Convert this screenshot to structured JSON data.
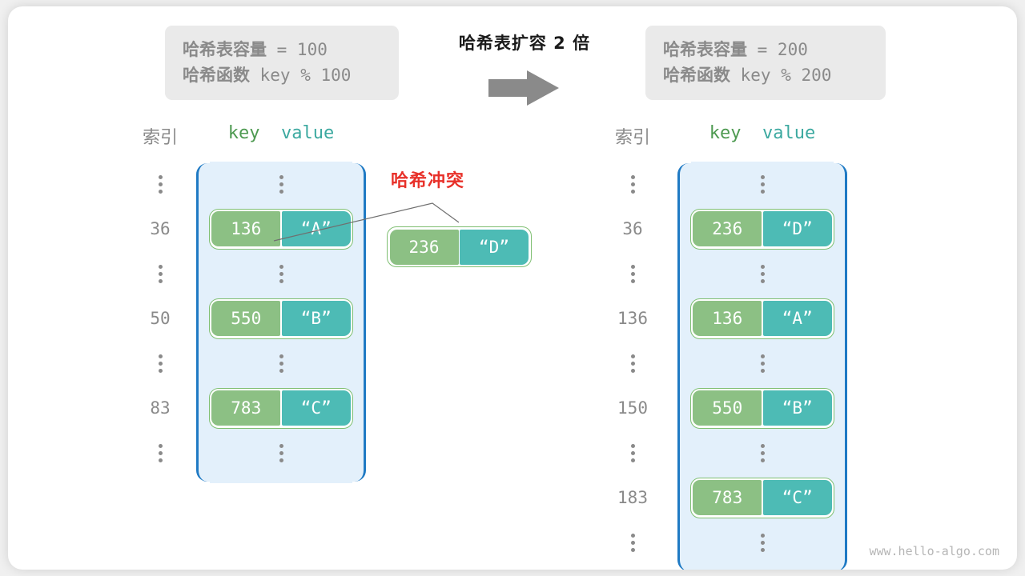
{
  "diagram": {
    "transition_title": "哈希表扩容 2 倍",
    "arrow_icon": "right-arrow-icon",
    "watermark": "www.hello-algo.com",
    "colors": {
      "key_cell": "#8cc084",
      "value_cell": "#4dbbb5",
      "pair_border": "#7fbf72",
      "column_fill": "#e3f0fb",
      "column_border": "#1f7ac4",
      "collision_red": "#e8312a",
      "info_box_bg": "#eaeaea",
      "muted_text": "#8a8a8a"
    }
  },
  "info_left": {
    "capacity_label": "哈希表容量",
    "capacity_expr": " = 100",
    "function_label": "哈希函数",
    "function_expr": " key % 100"
  },
  "info_right": {
    "capacity_label": "哈希表容量",
    "capacity_expr": " = 200",
    "function_label": "哈希函数",
    "function_expr": " key % 200"
  },
  "headers": {
    "index": "索引",
    "key": "key",
    "value": "value",
    "key_value": "key  value"
  },
  "collision": {
    "label": "哈希冲突",
    "key": "236",
    "value": "“D”"
  },
  "left_table": {
    "rows": [
      {
        "type": "ellipsis",
        "index": ""
      },
      {
        "type": "entry",
        "index": "36",
        "key": "136",
        "value": "“A”"
      },
      {
        "type": "ellipsis",
        "index": ""
      },
      {
        "type": "entry",
        "index": "50",
        "key": "550",
        "value": "“B”"
      },
      {
        "type": "ellipsis",
        "index": ""
      },
      {
        "type": "entry",
        "index": "83",
        "key": "783",
        "value": "“C”"
      },
      {
        "type": "ellipsis",
        "index": ""
      }
    ]
  },
  "right_table": {
    "rows": [
      {
        "type": "ellipsis",
        "index": ""
      },
      {
        "type": "entry",
        "index": "36",
        "key": "236",
        "value": "“D”"
      },
      {
        "type": "ellipsis",
        "index": ""
      },
      {
        "type": "entry",
        "index": "136",
        "key": "136",
        "value": "“A”"
      },
      {
        "type": "ellipsis",
        "index": ""
      },
      {
        "type": "entry",
        "index": "150",
        "key": "550",
        "value": "“B”"
      },
      {
        "type": "ellipsis",
        "index": ""
      },
      {
        "type": "entry",
        "index": "183",
        "key": "783",
        "value": "“C”"
      },
      {
        "type": "ellipsis",
        "index": ""
      }
    ]
  }
}
